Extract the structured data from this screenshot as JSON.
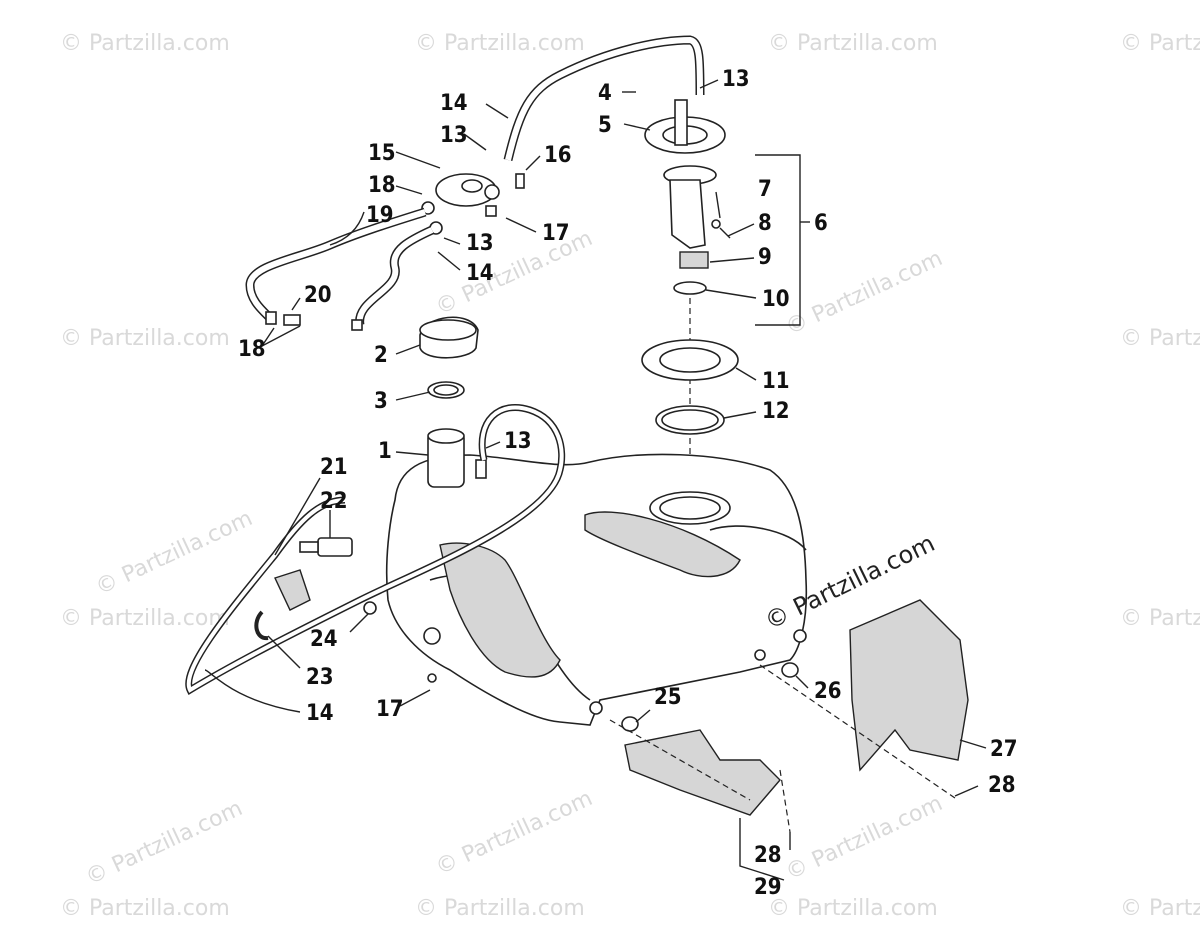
{
  "watermark": "© Partzilla.com",
  "watermark_main": "© Partzilla.com",
  "callouts": [
    {
      "id": "c1",
      "label": "1"
    },
    {
      "id": "c2",
      "label": "2"
    },
    {
      "id": "c3",
      "label": "3"
    },
    {
      "id": "c4",
      "label": "4"
    },
    {
      "id": "c5",
      "label": "5"
    },
    {
      "id": "c6",
      "label": "6"
    },
    {
      "id": "c7",
      "label": "7"
    },
    {
      "id": "c8",
      "label": "8"
    },
    {
      "id": "c9",
      "label": "9"
    },
    {
      "id": "c10",
      "label": "10"
    },
    {
      "id": "c11",
      "label": "11"
    },
    {
      "id": "c12",
      "label": "12"
    },
    {
      "id": "c13a",
      "label": "13"
    },
    {
      "id": "c13b",
      "label": "13"
    },
    {
      "id": "c13c",
      "label": "13"
    },
    {
      "id": "c13d",
      "label": "13"
    },
    {
      "id": "c14a",
      "label": "14"
    },
    {
      "id": "c14b",
      "label": "14"
    },
    {
      "id": "c14c",
      "label": "14"
    },
    {
      "id": "c15",
      "label": "15"
    },
    {
      "id": "c16",
      "label": "16"
    },
    {
      "id": "c17a",
      "label": "17"
    },
    {
      "id": "c17b",
      "label": "17"
    },
    {
      "id": "c18a",
      "label": "18"
    },
    {
      "id": "c18b",
      "label": "18"
    },
    {
      "id": "c19",
      "label": "19"
    },
    {
      "id": "c20",
      "label": "20"
    },
    {
      "id": "c21",
      "label": "21"
    },
    {
      "id": "c22",
      "label": "22"
    },
    {
      "id": "c23",
      "label": "23"
    },
    {
      "id": "c24",
      "label": "24"
    },
    {
      "id": "c25",
      "label": "25"
    },
    {
      "id": "c26",
      "label": "26"
    },
    {
      "id": "c27",
      "label": "27"
    },
    {
      "id": "c28a",
      "label": "28"
    },
    {
      "id": "c28b",
      "label": "28"
    },
    {
      "id": "c29",
      "label": "29"
    }
  ]
}
